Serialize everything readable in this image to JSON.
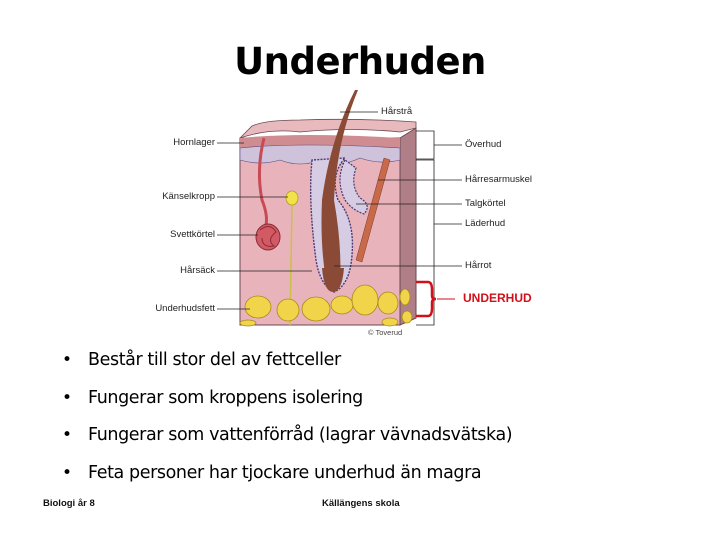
{
  "slide": {
    "title": "Underhuden",
    "diagram": {
      "left_labels": [
        "Hornlager",
        "Känselkropp",
        "Svettkörtel",
        "Hårsäck",
        "Underhudsfett"
      ],
      "right_labels": [
        "Hårstrå",
        "Överhud",
        "Hårresarmuskel",
        "Talgkörtel",
        "Läderhud",
        "Hårrot"
      ],
      "highlight_label": "UNDERHUD",
      "highlight_color": "#d0101a",
      "copyright": "© Toverud",
      "colors": {
        "dermis": "#e8b4bc",
        "epidermis": "#c98a8f",
        "papillary": "#cfc3dc",
        "fat": "#f2d44a",
        "hair": "#8a4a35"
      }
    },
    "bullets": [
      "Består till stor del av fettceller",
      "Fungerar som kroppens isolering",
      "Fungerar som vattenförråd (lagrar vävnadsvätska)",
      "Feta personer har tjockare underhud än magra"
    ],
    "bullet_symbol": "•",
    "footer": {
      "left": "Biologi år 8",
      "center": "Källängens skola"
    }
  }
}
